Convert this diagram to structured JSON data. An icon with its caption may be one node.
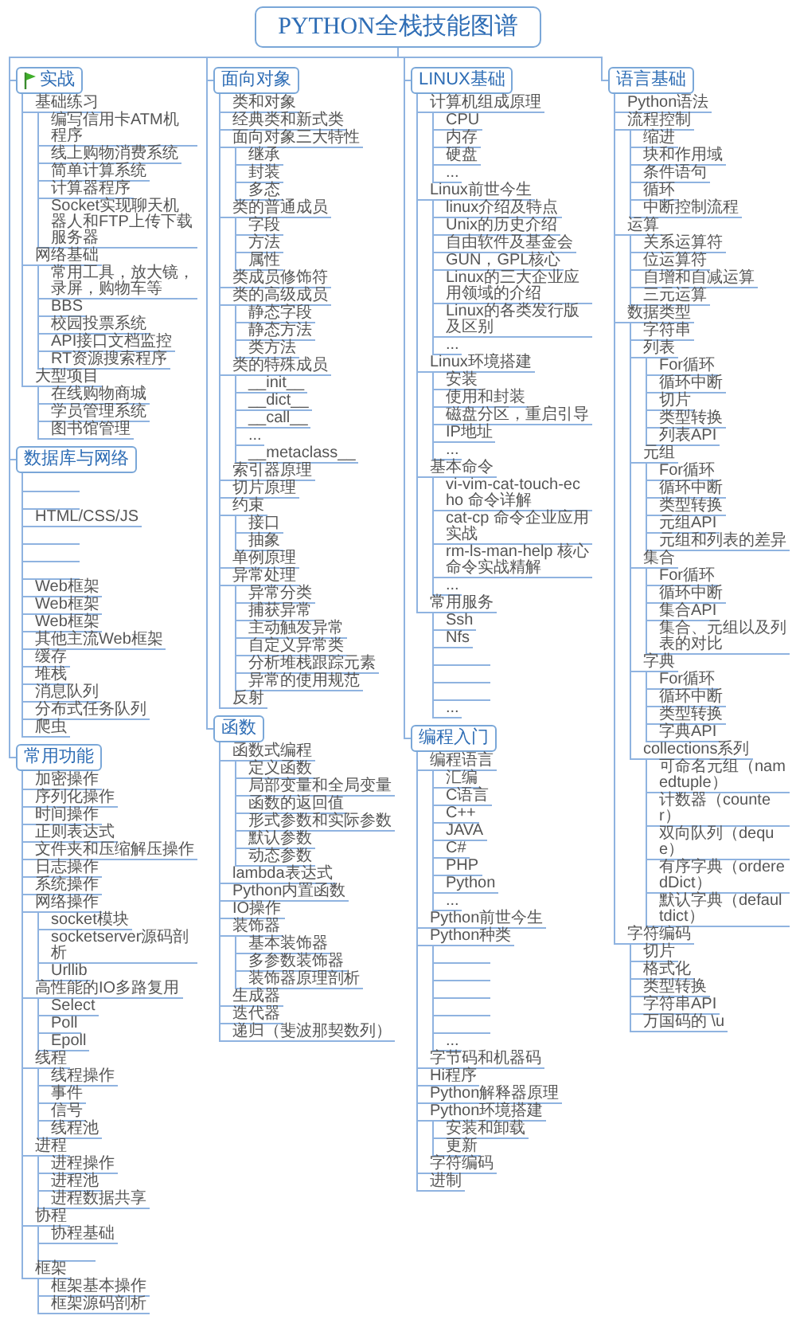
{
  "diagram": {
    "nodes": [
      {
        "text": [
          "PYTHON全栈技能图谱"
        ]
      },
      {
        "text": [
          "实战"
        ]
      },
      {
        "text": [
          "基础练习"
        ]
      },
      {
        "text": [
          "编写信用卡ATM机程序"
        ]
      },
      {
        "text": [
          "线上购物消费系统"
        ]
      },
      {
        "text": [
          "简单计算系统"
        ]
      },
      {
        "text": [
          "计算器程序"
        ]
      },
      {
        "text": [
          "Socket实现聊天机器人和FTP上传下载服务器"
        ]
      },
      {
        "text": [
          "网络基础"
        ]
      },
      {
        "text": [
          "常用工具，放大镜，录屏，购物车等"
        ]
      },
      {
        "text": [
          "BBS"
        ]
      },
      {
        "text": [
          "校园投票系统"
        ]
      },
      {
        "text": [
          "API接口文档监控"
        ]
      },
      {
        "text": [
          "RT资源搜索程序"
        ]
      },
      {
        "text": [
          "大型项目"
        ]
      },
      {
        "text": [
          "在线购物商城"
        ]
      },
      {
        "text": [
          "学员管理系统"
        ]
      },
      {
        "text": [
          "图书馆管理"
        ]
      },
      {
        "text": [
          "数据库与网络"
        ]
      },
      {
        "text": [],
        "shape": "bar"
      },
      {
        "text": [],
        "shape": "bar"
      },
      {
        "text": [
          "HTML/CSS/JS"
        ]
      },
      {
        "text": [],
        "shape": "bar"
      },
      {
        "text": [],
        "shape": "bar"
      },
      {
        "text": [],
        "shape": "bar"
      },
      {
        "text": [
          "Web框架"
        ]
      },
      {
        "text": [
          "Web框架"
        ]
      },
      {
        "text": [
          "Web框架"
        ]
      },
      {
        "text": [
          "其他主流Web框架"
        ]
      },
      {
        "text": [
          "缓存"
        ]
      },
      {
        "text": [
          "堆栈"
        ]
      },
      {
        "text": [
          "消息队列"
        ]
      },
      {
        "text": [
          "分布式任务队列"
        ]
      },
      {
        "text": [
          "爬虫"
        ]
      },
      {
        "text": [
          "常用功能"
        ]
      },
      {
        "text": [
          "加密操作"
        ]
      },
      {
        "text": [
          "序列化操作"
        ]
      },
      {
        "text": [
          "时间操作"
        ]
      },
      {
        "text": [
          "正则表达式"
        ]
      },
      {
        "text": [
          "文件夹和压缩解压操作"
        ]
      },
      {
        "text": [
          "日志操作"
        ]
      },
      {
        "text": [
          "系统操作"
        ]
      },
      {
        "text": [
          "网络操作"
        ]
      },
      {
        "text": [
          "socket模块"
        ]
      },
      {
        "text": [
          "socketserver源码剖析"
        ]
      },
      {
        "text": [
          "Urllib"
        ]
      },
      {
        "text": [
          "高性能的IO多路复用"
        ]
      },
      {
        "text": [
          "Select"
        ]
      },
      {
        "text": [
          "Poll"
        ]
      },
      {
        "text": [
          "Epoll"
        ]
      },
      {
        "text": [
          "线程"
        ]
      },
      {
        "text": [
          "线程操作"
        ]
      },
      {
        "text": [
          "事件"
        ]
      },
      {
        "text": [
          "信号"
        ]
      },
      {
        "text": [
          "线程池"
        ]
      },
      {
        "text": [
          "进程"
        ]
      },
      {
        "text": [
          "进程操作"
        ]
      },
      {
        "text": [
          "进程池"
        ]
      },
      {
        "text": [
          "进程数据共享"
        ]
      },
      {
        "text": [
          "协程"
        ]
      },
      {
        "text": [
          "协程基础"
        ]
      },
      {
        "text": [],
        "shape": "bar"
      },
      {
        "text": [
          "框架"
        ]
      },
      {
        "text": [
          "框架基本操作"
        ]
      },
      {
        "text": [
          "框架源码剖析"
        ]
      },
      {
        "text": [
          "面向对象"
        ]
      },
      {
        "text": [
          "类和对象"
        ]
      },
      {
        "text": [
          "经典类和新式类"
        ]
      },
      {
        "text": [
          "面向对象三大特性"
        ]
      },
      {
        "text": [
          "继承"
        ]
      },
      {
        "text": [
          "封装"
        ]
      },
      {
        "text": [
          "多态"
        ]
      },
      {
        "text": [
          "类的普通成员"
        ]
      },
      {
        "text": [
          "字段"
        ]
      },
      {
        "text": [
          "方法"
        ]
      },
      {
        "text": [
          "属性"
        ]
      },
      {
        "text": [
          "类成员修饰符"
        ]
      },
      {
        "text": [
          "类的高级成员"
        ]
      },
      {
        "text": [
          "静态字段"
        ]
      },
      {
        "text": [
          "静态方法"
        ]
      },
      {
        "text": [
          "类方法"
        ]
      },
      {
        "text": [
          "类的特殊成员"
        ]
      },
      {
        "text": [
          "__init__"
        ]
      },
      {
        "text": [
          "__dict__"
        ]
      },
      {
        "text": [
          "__call__"
        ]
      },
      {
        "text": [
          "..."
        ]
      },
      {
        "text": [
          "__metaclass__"
        ]
      },
      {
        "text": [
          "索引器原理"
        ]
      },
      {
        "text": [
          "切片原理"
        ]
      },
      {
        "text": [
          "约束"
        ]
      },
      {
        "text": [
          "接口"
        ]
      },
      {
        "text": [
          "抽象"
        ]
      },
      {
        "text": [
          "单例原理"
        ]
      },
      {
        "text": [
          "异常处理"
        ]
      },
      {
        "text": [
          "异常分类"
        ]
      },
      {
        "text": [
          "捕获异常"
        ]
      },
      {
        "text": [
          "主动触发异常"
        ]
      },
      {
        "text": [
          "自定义异常类"
        ]
      },
      {
        "text": [
          "分析堆栈跟踪元素"
        ]
      },
      {
        "text": [
          "异常的使用规范"
        ]
      },
      {
        "text": [
          "反射"
        ]
      },
      {
        "text": [
          "函数"
        ]
      },
      {
        "text": [
          "函数式编程"
        ]
      },
      {
        "text": [
          "定义函数"
        ]
      },
      {
        "text": [
          "局部变量和全局变量"
        ]
      },
      {
        "text": [
          "函数的返回值"
        ]
      },
      {
        "text": [
          "形式参数和实际参数"
        ]
      },
      {
        "text": [
          "默认参数"
        ]
      },
      {
        "text": [
          "动态参数"
        ]
      },
      {
        "text": [
          "lambda表达式"
        ]
      },
      {
        "text": [
          "Python内置函数"
        ]
      },
      {
        "text": [
          "IO操作"
        ]
      },
      {
        "text": [
          "装饰器"
        ]
      },
      {
        "text": [
          "基本装饰器"
        ]
      },
      {
        "text": [
          "多参数装饰器"
        ]
      },
      {
        "text": [
          "装饰器原理剖析"
        ]
      },
      {
        "text": [
          "生成器"
        ]
      },
      {
        "text": [
          "迭代器"
        ]
      },
      {
        "text": [
          "递归（斐波那契数列）"
        ]
      },
      {
        "text": [
          "LINUX基础"
        ]
      },
      {
        "text": [
          "计算机组成原理"
        ]
      },
      {
        "text": [
          "CPU"
        ]
      },
      {
        "text": [
          "内存"
        ]
      },
      {
        "text": [
          "硬盘"
        ]
      },
      {
        "text": [
          "..."
        ]
      },
      {
        "text": [
          "Linux前世今生"
        ]
      },
      {
        "text": [
          "linux介绍及特点"
        ]
      },
      {
        "text": [
          "Unix的历史介绍"
        ]
      },
      {
        "text": [
          "自由软件及基金会"
        ]
      },
      {
        "text": [
          "GUN，GPL核心"
        ]
      },
      {
        "text": [
          "Linux的三大企业应用领域的介绍"
        ]
      },
      {
        "text": [
          "Linux的各类发行版及区别"
        ]
      },
      {
        "text": [
          "..."
        ]
      },
      {
        "text": [
          "Linux环境搭建"
        ]
      },
      {
        "text": [
          "安装"
        ]
      },
      {
        "text": [
          "使用和封装"
        ]
      },
      {
        "text": [
          "磁盘分区，重启引导"
        ]
      },
      {
        "text": [
          "IP地址"
        ]
      },
      {
        "text": [
          "..."
        ]
      },
      {
        "text": [
          "基本命令"
        ]
      },
      {
        "text": [
          "vi-vim-cat-touch-echo 命令详解"
        ]
      },
      {
        "text": [
          "cat-cp 命令企业应用实战"
        ]
      },
      {
        "text": [
          "rm-ls-man-help 核心命令实战精解"
        ]
      },
      {
        "text": [
          "..."
        ]
      },
      {
        "text": [
          "常用服务"
        ]
      },
      {
        "text": [
          "Ssh"
        ]
      },
      {
        "text": [
          "Nfs"
        ]
      },
      {
        "text": [],
        "shape": "bar"
      },
      {
        "text": [],
        "shape": "bar"
      },
      {
        "text": [],
        "shape": "bar"
      },
      {
        "text": [
          "..."
        ]
      },
      {
        "text": [
          "编程入门"
        ]
      },
      {
        "text": [
          "编程语言"
        ]
      },
      {
        "text": [
          "汇编"
        ]
      },
      {
        "text": [
          "C语言"
        ]
      },
      {
        "text": [
          "C++"
        ]
      },
      {
        "text": [
          "JAVA"
        ]
      },
      {
        "text": [
          "C#"
        ]
      },
      {
        "text": [
          "PHP"
        ]
      },
      {
        "text": [
          "Python"
        ]
      },
      {
        "text": [
          "..."
        ]
      },
      {
        "text": [
          "Python前世今生"
        ]
      },
      {
        "text": [
          "Python种类"
        ]
      },
      {
        "text": [],
        "shape": "bar"
      },
      {
        "text": [],
        "shape": "bar"
      },
      {
        "text": [],
        "shape": "bar"
      },
      {
        "text": [],
        "shape": "bar"
      },
      {
        "text": [],
        "shape": "bar"
      },
      {
        "text": [
          "..."
        ]
      },
      {
        "text": [
          "字节码和机器码"
        ]
      },
      {
        "text": [
          "Hi程序"
        ]
      },
      {
        "text": [
          "Python解释器原理"
        ]
      },
      {
        "text": [
          "Python环境搭建"
        ]
      },
      {
        "text": [
          "安装和卸载"
        ]
      },
      {
        "text": [
          "更新"
        ]
      },
      {
        "text": [
          "字符编码"
        ]
      },
      {
        "text": [
          "进制"
        ]
      },
      {
        "text": [
          "语言基础"
        ]
      },
      {
        "text": [
          "Python语法"
        ]
      },
      {
        "text": [
          "流程控制"
        ]
      },
      {
        "text": [
          "缩进"
        ]
      },
      {
        "text": [
          "块和作用域"
        ]
      },
      {
        "text": [
          "条件语句"
        ]
      },
      {
        "text": [
          "循环"
        ]
      },
      {
        "text": [
          "中断控制流程"
        ]
      },
      {
        "text": [
          "运算"
        ]
      },
      {
        "text": [
          "关系运算符"
        ]
      },
      {
        "text": [
          "位运算符"
        ]
      },
      {
        "text": [
          "自增和自减运算"
        ]
      },
      {
        "text": [
          "三元运算"
        ]
      },
      {
        "text": [
          "数据类型"
        ]
      },
      {
        "text": [
          "字符串"
        ]
      },
      {
        "text": [
          "列表"
        ]
      },
      {
        "text": [
          "For循环"
        ]
      },
      {
        "text": [
          "循环中断"
        ]
      },
      {
        "text": [
          "切片"
        ]
      },
      {
        "text": [
          "类型转换"
        ]
      },
      {
        "text": [
          "列表API"
        ]
      },
      {
        "text": [
          "元组"
        ]
      },
      {
        "text": [
          "For循环"
        ]
      },
      {
        "text": [
          "循环中断"
        ]
      },
      {
        "text": [
          "类型转换"
        ]
      },
      {
        "text": [
          "元组API"
        ]
      },
      {
        "text": [
          "元组和列表的差异"
        ]
      },
      {
        "text": [
          "集合"
        ]
      },
      {
        "text": [
          "For循环"
        ]
      },
      {
        "text": [
          "循环中断"
        ]
      },
      {
        "text": [
          "集合API"
        ]
      },
      {
        "text": [
          "集合、元组以及列表的对比"
        ]
      },
      {
        "text": [
          "字典"
        ]
      },
      {
        "text": [
          "For循环"
        ]
      },
      {
        "text": [
          "循环中断"
        ]
      },
      {
        "text": [
          "类型转换"
        ]
      },
      {
        "text": [
          "字典API"
        ]
      },
      {
        "text": [
          "collections系列"
        ]
      },
      {
        "text": [
          "可命名元组（namedtuple）"
        ]
      },
      {
        "text": [
          "计数器（counter）"
        ]
      },
      {
        "text": [
          "双向队列（deque）"
        ]
      },
      {
        "text": [
          "有序字典（orderedDict）"
        ]
      },
      {
        "text": [
          "默认字典（defaultdict）"
        ]
      },
      {
        "text": [
          "字符编码"
        ]
      },
      {
        "text": [
          "切片"
        ]
      },
      {
        "text": [
          "格式化"
        ]
      },
      {
        "text": [
          "类型转换"
        ]
      },
      {
        "text": [
          "字符串API"
        ]
      },
      {
        "text": [
          "万国码的 \\u"
        ]
      }
    ],
    "edges": [
      {
        "from": 0,
        "to": 1,
        "arrow": "none"
      },
      {
        "from": 1,
        "to": 2,
        "arrow": "none"
      },
      {
        "from": 2,
        "to": 3,
        "arrow": "none"
      },
      {
        "from": 2,
        "to": 4,
        "arrow": "none"
      },
      {
        "from": 2,
        "to": 5,
        "arrow": "none"
      },
      {
        "from": 2,
        "to": 6,
        "arrow": "none"
      },
      {
        "from": 2,
        "to": 7,
        "arrow": "none"
      },
      {
        "from": 1,
        "to": 8,
        "arrow": "none"
      },
      {
        "from": 8,
        "to": 9,
        "arrow": "none"
      },
      {
        "from": 8,
        "to": 10,
        "arrow": "none"
      },
      {
        "from": 8,
        "to": 11,
        "arrow": "none"
      },
      {
        "from": 8,
        "to": 12,
        "arrow": "none"
      },
      {
        "from": 8,
        "to": 13,
        "arrow": "none"
      },
      {
        "from": 1,
        "to": 14,
        "arrow": "none"
      },
      {
        "from": 14,
        "to": 15,
        "arrow": "none"
      },
      {
        "from": 14,
        "to": 16,
        "arrow": "none"
      },
      {
        "from": 14,
        "to": 17,
        "arrow": "none"
      },
      {
        "from": 0,
        "to": 18,
        "arrow": "none"
      },
      {
        "from": 18,
        "to": 19,
        "arrow": "none"
      },
      {
        "from": 18,
        "to": 20,
        "arrow": "none"
      },
      {
        "from": 18,
        "to": 21,
        "arrow": "none"
      },
      {
        "from": 18,
        "to": 22,
        "arrow": "none"
      },
      {
        "from": 18,
        "to": 23,
        "arrow": "none"
      },
      {
        "from": 18,
        "to": 24,
        "arrow": "none"
      },
      {
        "from": 18,
        "to": 25,
        "arrow": "none"
      },
      {
        "from": 18,
        "to": 26,
        "arrow": "none"
      },
      {
        "from": 18,
        "to": 27,
        "arrow": "none"
      },
      {
        "from": 18,
        "to": 28,
        "arrow": "none"
      },
      {
        "from": 18,
        "to": 29,
        "arrow": "none"
      },
      {
        "from": 18,
        "to": 30,
        "arrow": "none"
      },
      {
        "from": 18,
        "to": 31,
        "arrow": "none"
      },
      {
        "from": 18,
        "to": 32,
        "arrow": "none"
      },
      {
        "from": 18,
        "to": 33,
        "arrow": "none"
      },
      {
        "from": 0,
        "to": 34,
        "arrow": "none"
      },
      {
        "from": 34,
        "to": 35,
        "arrow": "none"
      },
      {
        "from": 34,
        "to": 36,
        "arrow": "none"
      },
      {
        "from": 34,
        "to": 37,
        "arrow": "none"
      },
      {
        "from": 34,
        "to": 38,
        "arrow": "none"
      },
      {
        "from": 34,
        "to": 39,
        "arrow": "none"
      },
      {
        "from": 34,
        "to": 40,
        "arrow": "none"
      },
      {
        "from": 34,
        "to": 41,
        "arrow": "none"
      },
      {
        "from": 34,
        "to": 42,
        "arrow": "none"
      },
      {
        "from": 42,
        "to": 43,
        "arrow": "none"
      },
      {
        "from": 42,
        "to": 44,
        "arrow": "none"
      },
      {
        "from": 42,
        "to": 45,
        "arrow": "none"
      },
      {
        "from": 34,
        "to": 46,
        "arrow": "none"
      },
      {
        "from": 46,
        "to": 47,
        "arrow": "none"
      },
      {
        "from": 46,
        "to": 48,
        "arrow": "none"
      },
      {
        "from": 46,
        "to": 49,
        "arrow": "none"
      },
      {
        "from": 34,
        "to": 50,
        "arrow": "none"
      },
      {
        "from": 50,
        "to": 51,
        "arrow": "none"
      },
      {
        "from": 50,
        "to": 52,
        "arrow": "none"
      },
      {
        "from": 50,
        "to": 53,
        "arrow": "none"
      },
      {
        "from": 50,
        "to": 54,
        "arrow": "none"
      },
      {
        "from": 34,
        "to": 55,
        "arrow": "none"
      },
      {
        "from": 55,
        "to": 56,
        "arrow": "none"
      },
      {
        "from": 55,
        "to": 57,
        "arrow": "none"
      },
      {
        "from": 55,
        "to": 58,
        "arrow": "none"
      },
      {
        "from": 34,
        "to": 59,
        "arrow": "none"
      },
      {
        "from": 59,
        "to": 60,
        "arrow": "none"
      },
      {
        "from": 59,
        "to": 61,
        "arrow": "none"
      },
      {
        "from": 34,
        "to": 62,
        "arrow": "none"
      },
      {
        "from": 62,
        "to": 63,
        "arrow": "none"
      },
      {
        "from": 62,
        "to": 64,
        "arrow": "none"
      },
      {
        "from": 0,
        "to": 65,
        "arrow": "none"
      },
      {
        "from": 65,
        "to": 66,
        "arrow": "none"
      },
      {
        "from": 65,
        "to": 67,
        "arrow": "none"
      },
      {
        "from": 65,
        "to": 68,
        "arrow": "none"
      },
      {
        "from": 68,
        "to": 69,
        "arrow": "none"
      },
      {
        "from": 68,
        "to": 70,
        "arrow": "none"
      },
      {
        "from": 68,
        "to": 71,
        "arrow": "none"
      },
      {
        "from": 65,
        "to": 72,
        "arrow": "none"
      },
      {
        "from": 72,
        "to": 73,
        "arrow": "none"
      },
      {
        "from": 72,
        "to": 74,
        "arrow": "none"
      },
      {
        "from": 72,
        "to": 75,
        "arrow": "none"
      },
      {
        "from": 65,
        "to": 76,
        "arrow": "none"
      },
      {
        "from": 65,
        "to": 77,
        "arrow": "none"
      },
      {
        "from": 77,
        "to": 78,
        "arrow": "none"
      },
      {
        "from": 77,
        "to": 79,
        "arrow": "none"
      },
      {
        "from": 77,
        "to": 80,
        "arrow": "none"
      },
      {
        "from": 65,
        "to": 81,
        "arrow": "none"
      },
      {
        "from": 81,
        "to": 82,
        "arrow": "none"
      },
      {
        "from": 81,
        "to": 83,
        "arrow": "none"
      },
      {
        "from": 81,
        "to": 84,
        "arrow": "none"
      },
      {
        "from": 81,
        "to": 85,
        "arrow": "none"
      },
      {
        "from": 81,
        "to": 86,
        "arrow": "none"
      },
      {
        "from": 65,
        "to": 87,
        "arrow": "none"
      },
      {
        "from": 65,
        "to": 88,
        "arrow": "none"
      },
      {
        "from": 65,
        "to": 89,
        "arrow": "none"
      },
      {
        "from": 89,
        "to": 90,
        "arrow": "none"
      },
      {
        "from": 89,
        "to": 91,
        "arrow": "none"
      },
      {
        "from": 65,
        "to": 92,
        "arrow": "none"
      },
      {
        "from": 65,
        "to": 93,
        "arrow": "none"
      },
      {
        "from": 93,
        "to": 94,
        "arrow": "none"
      },
      {
        "from": 93,
        "to": 95,
        "arrow": "none"
      },
      {
        "from": 93,
        "to": 96,
        "arrow": "none"
      },
      {
        "from": 93,
        "to": 97,
        "arrow": "none"
      },
      {
        "from": 93,
        "to": 98,
        "arrow": "none"
      },
      {
        "from": 93,
        "to": 99,
        "arrow": "none"
      },
      {
        "from": 65,
        "to": 100,
        "arrow": "none"
      },
      {
        "from": 0,
        "to": 101,
        "arrow": "none"
      },
      {
        "from": 101,
        "to": 102,
        "arrow": "none"
      },
      {
        "from": 102,
        "to": 103,
        "arrow": "none"
      },
      {
        "from": 102,
        "to": 104,
        "arrow": "none"
      },
      {
        "from": 102,
        "to": 105,
        "arrow": "none"
      },
      {
        "from": 102,
        "to": 106,
        "arrow": "none"
      },
      {
        "from": 102,
        "to": 107,
        "arrow": "none"
      },
      {
        "from": 102,
        "to": 108,
        "arrow": "none"
      },
      {
        "from": 101,
        "to": 109,
        "arrow": "none"
      },
      {
        "from": 101,
        "to": 110,
        "arrow": "none"
      },
      {
        "from": 101,
        "to": 111,
        "arrow": "none"
      },
      {
        "from": 101,
        "to": 112,
        "arrow": "none"
      },
      {
        "from": 112,
        "to": 113,
        "arrow": "none"
      },
      {
        "from": 112,
        "to": 114,
        "arrow": "none"
      },
      {
        "from": 112,
        "to": 115,
        "arrow": "none"
      },
      {
        "from": 101,
        "to": 116,
        "arrow": "none"
      },
      {
        "from": 101,
        "to": 117,
        "arrow": "none"
      },
      {
        "from": 101,
        "to": 118,
        "arrow": "none"
      },
      {
        "from": 0,
        "to": 119,
        "arrow": "none"
      },
      {
        "from": 119,
        "to": 120,
        "arrow": "none"
      },
      {
        "from": 120,
        "to": 121,
        "arrow": "none"
      },
      {
        "from": 120,
        "to": 122,
        "arrow": "none"
      },
      {
        "from": 120,
        "to": 123,
        "arrow": "none"
      },
      {
        "from": 120,
        "to": 124,
        "arrow": "none"
      },
      {
        "from": 119,
        "to": 125,
        "arrow": "none"
      },
      {
        "from": 125,
        "to": 126,
        "arrow": "none"
      },
      {
        "from": 125,
        "to": 127,
        "arrow": "none"
      },
      {
        "from": 125,
        "to": 128,
        "arrow": "none"
      },
      {
        "from": 125,
        "to": 129,
        "arrow": "none"
      },
      {
        "from": 125,
        "to": 130,
        "arrow": "none"
      },
      {
        "from": 125,
        "to": 131,
        "arrow": "none"
      },
      {
        "from": 125,
        "to": 132,
        "arrow": "none"
      },
      {
        "from": 119,
        "to": 133,
        "arrow": "none"
      },
      {
        "from": 133,
        "to": 134,
        "arrow": "none"
      },
      {
        "from": 133,
        "to": 135,
        "arrow": "none"
      },
      {
        "from": 133,
        "to": 136,
        "arrow": "none"
      },
      {
        "from": 133,
        "to": 137,
        "arrow": "none"
      },
      {
        "from": 133,
        "to": 138,
        "arrow": "none"
      },
      {
        "from": 119,
        "to": 139,
        "arrow": "none"
      },
      {
        "from": 139,
        "to": 140,
        "arrow": "none"
      },
      {
        "from": 139,
        "to": 141,
        "arrow": "none"
      },
      {
        "from": 139,
        "to": 142,
        "arrow": "none"
      },
      {
        "from": 139,
        "to": 143,
        "arrow": "none"
      },
      {
        "from": 119,
        "to": 144,
        "arrow": "none"
      },
      {
        "from": 144,
        "to": 145,
        "arrow": "none"
      },
      {
        "from": 144,
        "to": 146,
        "arrow": "none"
      },
      {
        "from": 144,
        "to": 147,
        "arrow": "none"
      },
      {
        "from": 144,
        "to": 148,
        "arrow": "none"
      },
      {
        "from": 144,
        "to": 149,
        "arrow": "none"
      },
      {
        "from": 144,
        "to": 150,
        "arrow": "none"
      },
      {
        "from": 0,
        "to": 151,
        "arrow": "none"
      },
      {
        "from": 151,
        "to": 152,
        "arrow": "none"
      },
      {
        "from": 152,
        "to": 153,
        "arrow": "none"
      },
      {
        "from": 152,
        "to": 154,
        "arrow": "none"
      },
      {
        "from": 152,
        "to": 155,
        "arrow": "none"
      },
      {
        "from": 152,
        "to": 156,
        "arrow": "none"
      },
      {
        "from": 152,
        "to": 157,
        "arrow": "none"
      },
      {
        "from": 152,
        "to": 158,
        "arrow": "none"
      },
      {
        "from": 152,
        "to": 159,
        "arrow": "none"
      },
      {
        "from": 152,
        "to": 160,
        "arrow": "none"
      },
      {
        "from": 151,
        "to": 161,
        "arrow": "none"
      },
      {
        "from": 151,
        "to": 162,
        "arrow": "none"
      },
      {
        "from": 162,
        "to": 163,
        "arrow": "none"
      },
      {
        "from": 162,
        "to": 164,
        "arrow": "none"
      },
      {
        "from": 162,
        "to": 165,
        "arrow": "none"
      },
      {
        "from": 162,
        "to": 166,
        "arrow": "none"
      },
      {
        "from": 162,
        "to": 167,
        "arrow": "none"
      },
      {
        "from": 162,
        "to": 168,
        "arrow": "none"
      },
      {
        "from": 151,
        "to": 169,
        "arrow": "none"
      },
      {
        "from": 151,
        "to": 170,
        "arrow": "none"
      },
      {
        "from": 151,
        "to": 171,
        "arrow": "none"
      },
      {
        "from": 151,
        "to": 172,
        "arrow": "none"
      },
      {
        "from": 172,
        "to": 173,
        "arrow": "none"
      },
      {
        "from": 172,
        "to": 174,
        "arrow": "none"
      },
      {
        "from": 151,
        "to": 175,
        "arrow": "none"
      },
      {
        "from": 151,
        "to": 176,
        "arrow": "none"
      },
      {
        "from": 0,
        "to": 177,
        "arrow": "none"
      },
      {
        "from": 177,
        "to": 178,
        "arrow": "none"
      },
      {
        "from": 177,
        "to": 179,
        "arrow": "none"
      },
      {
        "from": 179,
        "to": 180,
        "arrow": "none"
      },
      {
        "from": 179,
        "to": 181,
        "arrow": "none"
      },
      {
        "from": 179,
        "to": 182,
        "arrow": "none"
      },
      {
        "from": 179,
        "to": 183,
        "arrow": "none"
      },
      {
        "from": 179,
        "to": 184,
        "arrow": "none"
      },
      {
        "from": 177,
        "to": 185,
        "arrow": "none"
      },
      {
        "from": 185,
        "to": 186,
        "arrow": "none"
      },
      {
        "from": 185,
        "to": 187,
        "arrow": "none"
      },
      {
        "from": 185,
        "to": 188,
        "arrow": "none"
      },
      {
        "from": 185,
        "to": 189,
        "arrow": "none"
      },
      {
        "from": 177,
        "to": 190,
        "arrow": "none"
      },
      {
        "from": 190,
        "to": 191,
        "arrow": "none"
      },
      {
        "from": 190,
        "to": 192,
        "arrow": "none"
      },
      {
        "from": 192,
        "to": 193,
        "arrow": "none"
      },
      {
        "from": 192,
        "to": 194,
        "arrow": "none"
      },
      {
        "from": 192,
        "to": 195,
        "arrow": "none"
      },
      {
        "from": 192,
        "to": 196,
        "arrow": "none"
      },
      {
        "from": 192,
        "to": 197,
        "arrow": "none"
      },
      {
        "from": 190,
        "to": 198,
        "arrow": "none"
      },
      {
        "from": 198,
        "to": 199,
        "arrow": "none"
      },
      {
        "from": 198,
        "to": 200,
        "arrow": "none"
      },
      {
        "from": 198,
        "to": 201,
        "arrow": "none"
      },
      {
        "from": 198,
        "to": 202,
        "arrow": "none"
      },
      {
        "from": 198,
        "to": 203,
        "arrow": "none"
      },
      {
        "from": 190,
        "to": 204,
        "arrow": "none"
      },
      {
        "from": 204,
        "to": 205,
        "arrow": "none"
      },
      {
        "from": 204,
        "to": 206,
        "arrow": "none"
      },
      {
        "from": 204,
        "to": 207,
        "arrow": "none"
      },
      {
        "from": 204,
        "to": 208,
        "arrow": "none"
      },
      {
        "from": 190,
        "to": 209,
        "arrow": "none"
      },
      {
        "from": 209,
        "to": 210,
        "arrow": "none"
      },
      {
        "from": 209,
        "to": 211,
        "arrow": "none"
      },
      {
        "from": 209,
        "to": 212,
        "arrow": "none"
      },
      {
        "from": 209,
        "to": 213,
        "arrow": "none"
      },
      {
        "from": 190,
        "to": 214,
        "arrow": "none"
      },
      {
        "from": 214,
        "to": 215,
        "arrow": "none"
      },
      {
        "from": 214,
        "to": 216,
        "arrow": "none"
      },
      {
        "from": 214,
        "to": 217,
        "arrow": "none"
      },
      {
        "from": 214,
        "to": 218,
        "arrow": "none"
      },
      {
        "from": 214,
        "to": 219,
        "arrow": "none"
      },
      {
        "from": 177,
        "to": 220,
        "arrow": "none"
      },
      {
        "from": 220,
        "to": 221,
        "arrow": "none"
      },
      {
        "from": 220,
        "to": 222,
        "arrow": "none"
      },
      {
        "from": 220,
        "to": 223,
        "arrow": "none"
      },
      {
        "from": 220,
        "to": 224,
        "arrow": "none"
      },
      {
        "from": 220,
        "to": 225,
        "arrow": "none"
      }
    ]
  }
}
